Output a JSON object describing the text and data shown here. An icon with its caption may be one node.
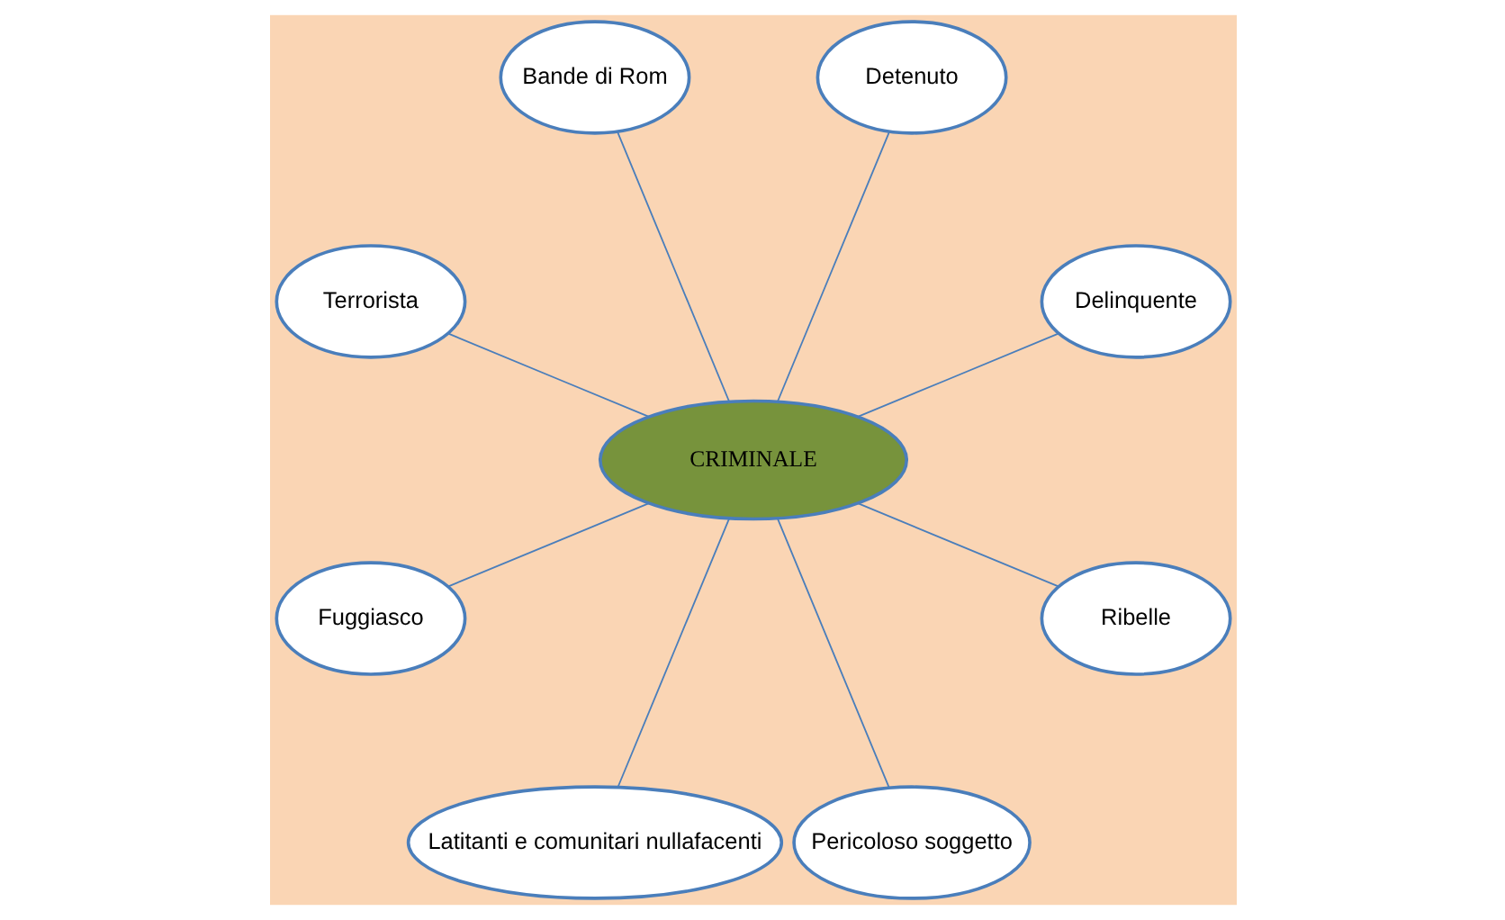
{
  "diagram": {
    "nodes": [
      {
        "text": [
          "CRIMINALE"
        ]
      },
      {
        "text": [
          "Delinquente"
        ]
      },
      {
        "text": [
          "Detenuto"
        ]
      },
      {
        "text": [
          "Bande di Rom"
        ]
      },
      {
        "text": [
          "Terrorista"
        ]
      },
      {
        "text": [
          "Fuggiasco"
        ]
      },
      {
        "text": [
          "Latitanti e comunitari nullafacenti"
        ]
      },
      {
        "text": [
          "Pericoloso soggetto"
        ]
      },
      {
        "text": [
          "Ribelle"
        ]
      }
    ],
    "edges": [
      {
        "from": 0,
        "to": 1,
        "arrow": "none"
      },
      {
        "from": 0,
        "to": 2,
        "arrow": "none"
      },
      {
        "from": 0,
        "to": 3,
        "arrow": "none"
      },
      {
        "from": 0,
        "to": 4,
        "arrow": "none"
      },
      {
        "from": 0,
        "to": 5,
        "arrow": "none"
      },
      {
        "from": 0,
        "to": 6,
        "arrow": "none"
      },
      {
        "from": 0,
        "to": 7,
        "arrow": "none"
      },
      {
        "from": 0,
        "to": 8,
        "arrow": "none"
      }
    ]
  }
}
